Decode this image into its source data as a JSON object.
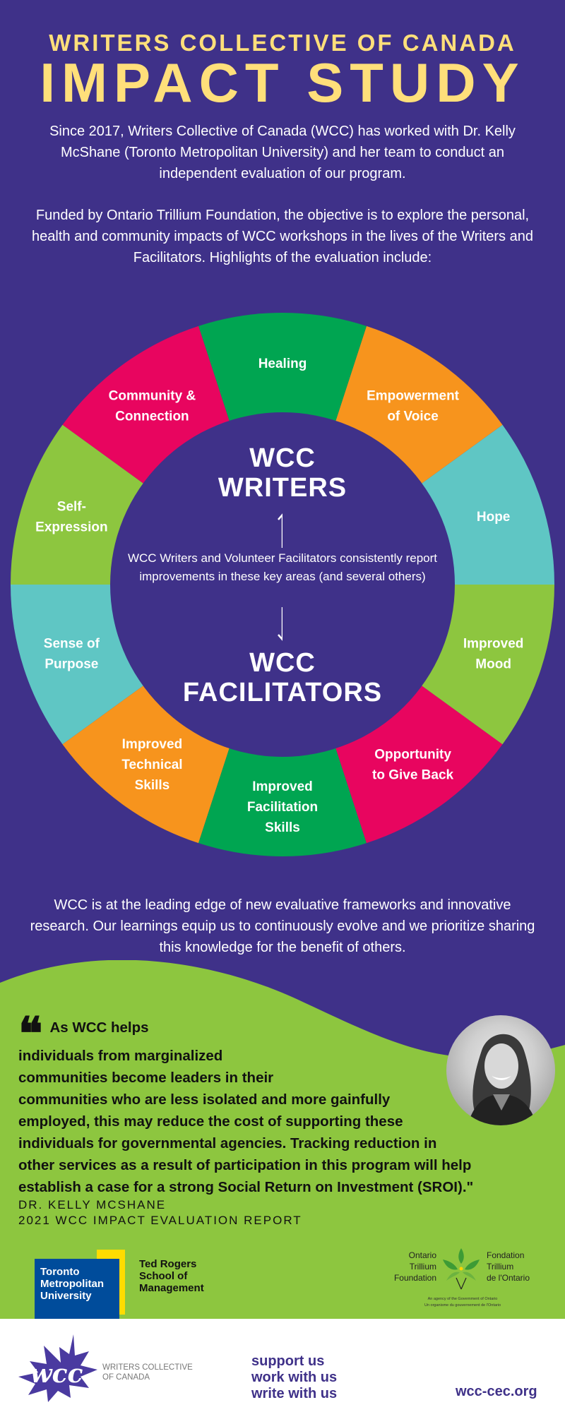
{
  "header": {
    "org": "WRITERS COLLECTIVE OF CANADA",
    "title": "IMPACT STUDY"
  },
  "intro": [
    "Since 2017, Writers Collective of Canada (WCC) has worked with Dr. Kelly McShane (Toronto Metropolitan University) and her team to conduct an independent evaluation of our program.",
    "Funded by Ontario Trillium Foundation, the objective is to explore the personal, health and community impacts of WCC workshops in the lives of the Writers and Facilitators. Highlights of the evaluation include:"
  ],
  "wheel": {
    "segments": [
      {
        "label": [
          "Hope"
        ],
        "color": "#5fc6c4"
      },
      {
        "label": [
          "Empowerment",
          "of Voice"
        ],
        "color": "#f7941d"
      },
      {
        "label": [
          "Healing"
        ],
        "color": "#00a551"
      },
      {
        "label": [
          "Community &",
          "Connection"
        ],
        "color": "#e8055f"
      },
      {
        "label": [
          "Self-",
          "Expression"
        ],
        "color": "#8dc63f"
      },
      {
        "label": [
          "Sense of",
          "Purpose"
        ],
        "color": "#5fc6c4"
      },
      {
        "label": [
          "Improved",
          "Technical",
          "Skills"
        ],
        "color": "#f7941d"
      },
      {
        "label": [
          "Improved",
          "Facilitation",
          "Skills"
        ],
        "color": "#00a551"
      },
      {
        "label": [
          "Opportunity",
          "to Give Back"
        ],
        "color": "#e8055f"
      },
      {
        "label": [
          "Improved",
          "Mood"
        ],
        "color": "#8dc63f"
      }
    ],
    "center_top": [
      "WCC",
      "WRITERS"
    ],
    "center_bottom": [
      "WCC",
      "FACILITATORS"
    ],
    "center_text": "WCC Writers and Volunteer Facilitators consistently report improvements in these key areas (and several others)",
    "center_color": "#3f3189"
  },
  "lead": "WCC is at the leading edge of new evaluative frameworks and innovative research. Our learnings equip us to continuously evolve and we prioritize sharing this knowledge for the benefit of others.",
  "quote": {
    "first": "As WCC helps",
    "lines": [
      "individuals from marginalized",
      "communities become leaders in their",
      "communities who are less isolated and more gainfully",
      "employed, this may reduce the cost of supporting these",
      "individuals for governmental agencies. Tracking reduction in",
      "other services as a result of participation in this program will help",
      "establish a case for a strong Social Return on Investment (SROI).\""
    ],
    "author": "DR. KELLY MCSHANE",
    "source": "2021 WCC IMPACT EVALUATION REPORT"
  },
  "logos": {
    "tmu": [
      "Toronto",
      "Metropolitan",
      "University"
    ],
    "ted_rogers": [
      "Ted Rogers",
      "School of",
      "Management"
    ],
    "otf_en": [
      "Ontario",
      "Trillium",
      "Foundation"
    ],
    "otf_fr": [
      "Fondation",
      "Trillium",
      "de l'Ontario"
    ],
    "otf_agency": [
      "An agency of the Government of Ontario",
      "Un organisme du gouvernement de l'Ontario"
    ],
    "wcc_mark": "wcc",
    "wcc_name": [
      "WRITERS COLLECTIVE",
      "OF CANADA"
    ]
  },
  "footer": {
    "links": [
      "support us",
      "work with us",
      "write with us"
    ],
    "site": "wcc-cec.org"
  },
  "colors": {
    "purple": "#3f3189",
    "green": "#8dc63f",
    "yellow": "#ffdf7a"
  }
}
